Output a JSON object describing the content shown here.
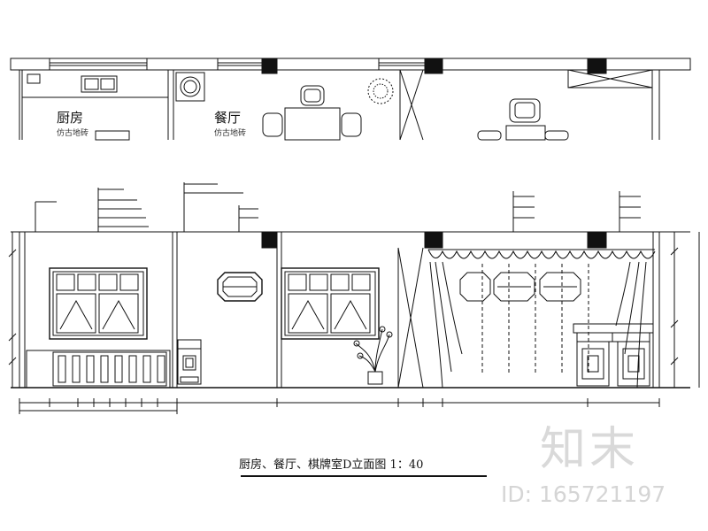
{
  "plan": {
    "kitchen": {
      "name": "厨房",
      "sub": "仿古地砖"
    },
    "dining": {
      "name": "餐厅",
      "sub": "仿古地砖"
    }
  },
  "drawing_title": "厨房、餐厅、棋牌室D立面图 1：40",
  "watermark": {
    "logo": "知末",
    "id": "ID: 165721197"
  },
  "colors": {
    "line": "#111111",
    "fill_dark": "#111111",
    "watermark": "#d9d9d9"
  }
}
